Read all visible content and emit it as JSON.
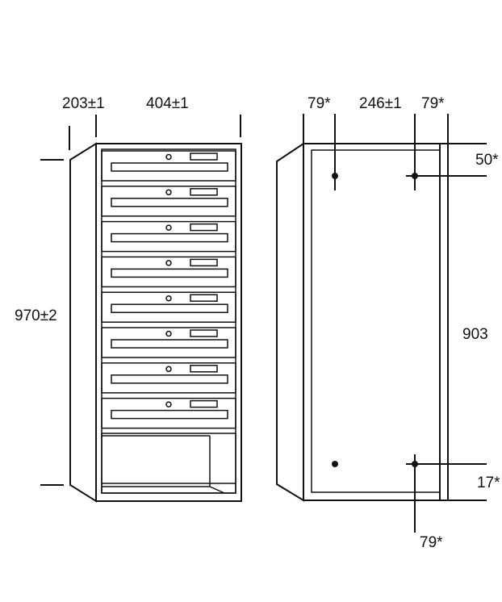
{
  "dimensions": {
    "depth": "203±1",
    "width": "404±1",
    "height": "970±2",
    "rear_left_offset": "79*",
    "rear_center_spacing": "246±1",
    "rear_right_offset": "79*",
    "top_offset": "50*",
    "inner_height": "903",
    "bottom_offset": "17*",
    "bottom_right_offset": "79*"
  },
  "front_view": {
    "drawer_count": 8,
    "has_open_compartment": true
  },
  "colors": {
    "line": "#111111",
    "background": "#ffffff"
  }
}
